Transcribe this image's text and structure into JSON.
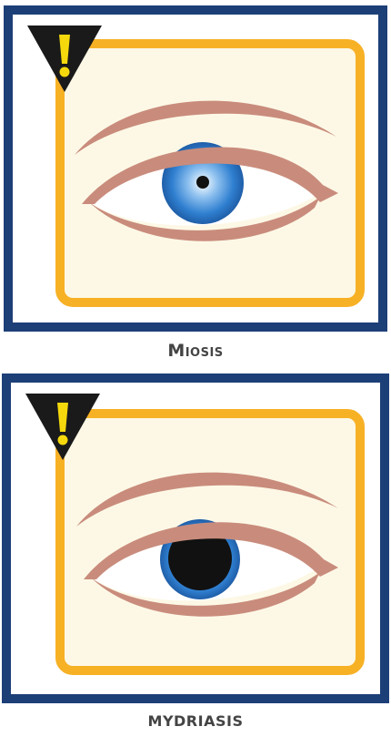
{
  "panels": [
    {
      "caption": "Miosis",
      "pupil_state": "constricted",
      "icons": [
        "warning-triangle-icon",
        "eye-icon"
      ]
    },
    {
      "caption": "MYDRIASIS",
      "pupil_state": "dilated",
      "icons": [
        "warning-triangle-icon",
        "eye-icon"
      ]
    }
  ],
  "colors": {
    "frame_blue": "#1d3f78",
    "sign_border_orange": "#f7b125",
    "sign_background": "#fdf8e6",
    "warning_triangle": "#1a1a1a",
    "exclamation_yellow": "#f5d90c",
    "eyelid_brown": "#c98c7c",
    "iris_blue": "#2f7fd0",
    "pupil": "#111111",
    "caption_text": "#444444"
  }
}
